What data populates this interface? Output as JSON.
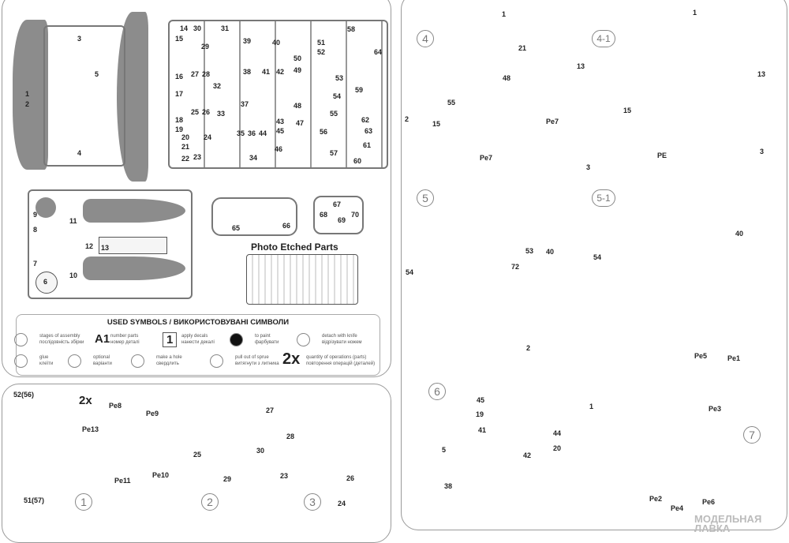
{
  "sprue_a": [
    "3",
    "1",
    "2",
    "4",
    "5"
  ],
  "sprue_b": [
    "14",
    "15",
    "16",
    "17",
    "18",
    "19",
    "20",
    "21",
    "22",
    "30",
    "31",
    "29",
    "27",
    "28",
    "32",
    "26",
    "25",
    "33",
    "24",
    "23",
    "39",
    "38",
    "37",
    "35",
    "36",
    "34",
    "40",
    "41",
    "42",
    "44",
    "43",
    "45",
    "46",
    "47",
    "49",
    "50",
    "48",
    "51",
    "52",
    "53",
    "54",
    "55",
    "56",
    "57",
    "58",
    "59",
    "60",
    "61",
    "62",
    "63",
    "64"
  ],
  "sprue_c": [
    "9",
    "11",
    "8",
    "7",
    "6",
    "10",
    "12",
    "13"
  ],
  "canopy": [
    "65",
    "66",
    "67",
    "68",
    "69",
    "70"
  ],
  "photo_etched_title": "Photo Etched Parts",
  "legend": {
    "title": "USED SYMBOLS / ВИКОРИСТОВУВАНІ СИМВОЛИ",
    "items": [
      {
        "en": "stages of assembly",
        "ua": "послідовність збірки"
      },
      {
        "mark": "A1",
        "en": "number parts",
        "ua": "номер деталі"
      },
      {
        "mark": "1",
        "en": "apply decals",
        "ua": "нанести декалі"
      },
      {
        "en": "to paint",
        "ua": "фарбувати"
      },
      {
        "en": "detach with knife",
        "ua": "відрізувати ножем"
      },
      {
        "en": "glue",
        "ua": "клеїти"
      },
      {
        "en": "optional",
        "ua": "варіанти"
      },
      {
        "en": "make a hole",
        "ua": "свердлить"
      },
      {
        "en": "pull out of sprue",
        "ua": "витягнути з литника"
      },
      {
        "mark": "2x",
        "en": "quantity of operations (parts)",
        "ua": "повторення операцій (деталей)"
      }
    ]
  },
  "steps_bottom": {
    "step1": [
      "1",
      "52(56)",
      "51(57)",
      "2x",
      "Pe8",
      "Pe9",
      "Pe13",
      "Pe11",
      "Pe10"
    ],
    "step2": [
      "2",
      "27",
      "25",
      "30",
      "29"
    ],
    "step3": [
      "3",
      "28",
      "23",
      "26",
      "24"
    ]
  },
  "steps_right": {
    "step4": [
      "4",
      "1",
      "21",
      "48",
      "55",
      "13",
      "2",
      "15",
      "Pe7",
      "Pe7",
      "3"
    ],
    "step4_1": [
      "4-1",
      "1",
      "13",
      "15",
      "PE",
      "3"
    ],
    "step5": [
      "5",
      "54",
      "53",
      "40",
      "72"
    ],
    "step5_1": [
      "5-1",
      "54",
      "40"
    ],
    "step6": [
      "6",
      "2",
      "1",
      "45",
      "19",
      "41",
      "5",
      "44",
      "20",
      "42",
      "38"
    ],
    "step7": [
      "Pe5",
      "Pe1",
      "Pe3",
      "Pe2",
      "Pe4",
      "Pe6",
      "7"
    ]
  },
  "watermark": "МОДЕЛЬНАЯ ЛАВКА"
}
